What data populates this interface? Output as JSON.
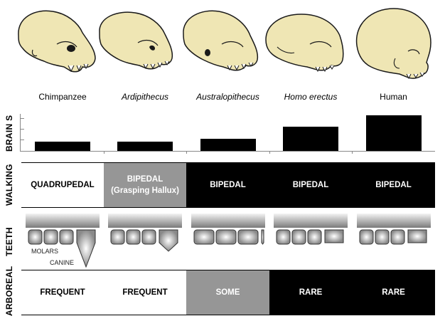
{
  "species": [
    {
      "name": "Chimpanzee",
      "italic": false
    },
    {
      "name": "Ardipithecus",
      "italic": true
    },
    {
      "name": "Australopithecus",
      "italic": true
    },
    {
      "name": "Homo erectus",
      "italic": true
    },
    {
      "name": "Human",
      "italic": false
    }
  ],
  "row_labels": {
    "brain": "BRAIN S",
    "walking": "WALKING",
    "teeth": "TEETH",
    "arboreal": "ARBOREAL"
  },
  "chart_data": {
    "type": "bar",
    "categories": [
      "Chimpanzee",
      "Ardipithecus",
      "Australopithecus",
      "Homo erectus",
      "Human"
    ],
    "values": [
      16,
      15,
      20,
      41,
      60
    ],
    "ylim": [
      0,
      62
    ],
    "grid": false
  },
  "walking": [
    {
      "line1": "QUADRUPEDAL",
      "line2": "",
      "tone": "white"
    },
    {
      "line1": "BIPEDAL",
      "line2": "(Grasping Hallux)",
      "tone": "gray"
    },
    {
      "line1": "BIPEDAL",
      "line2": "",
      "tone": "black"
    },
    {
      "line1": "BIPEDAL",
      "line2": "",
      "tone": "black"
    },
    {
      "line1": "BIPEDAL",
      "line2": "",
      "tone": "black"
    }
  ],
  "teeth_labels": {
    "molars": "MOLARS",
    "canine": "CANINE"
  },
  "arboreal": [
    {
      "label": "FREQUENT",
      "tone": "white"
    },
    {
      "label": "FREQUENT",
      "tone": "white"
    },
    {
      "label": "SOME",
      "tone": "gray"
    },
    {
      "label": "RARE",
      "tone": "black"
    },
    {
      "label": "RARE",
      "tone": "black"
    }
  ],
  "colors": {
    "skull_fill": "#efe6b4",
    "skull_stroke": "#1a1a1a",
    "tooth_light": "#f4f4f4",
    "tooth_dark": "#7a7a7a",
    "gray_cell": "#969696"
  }
}
